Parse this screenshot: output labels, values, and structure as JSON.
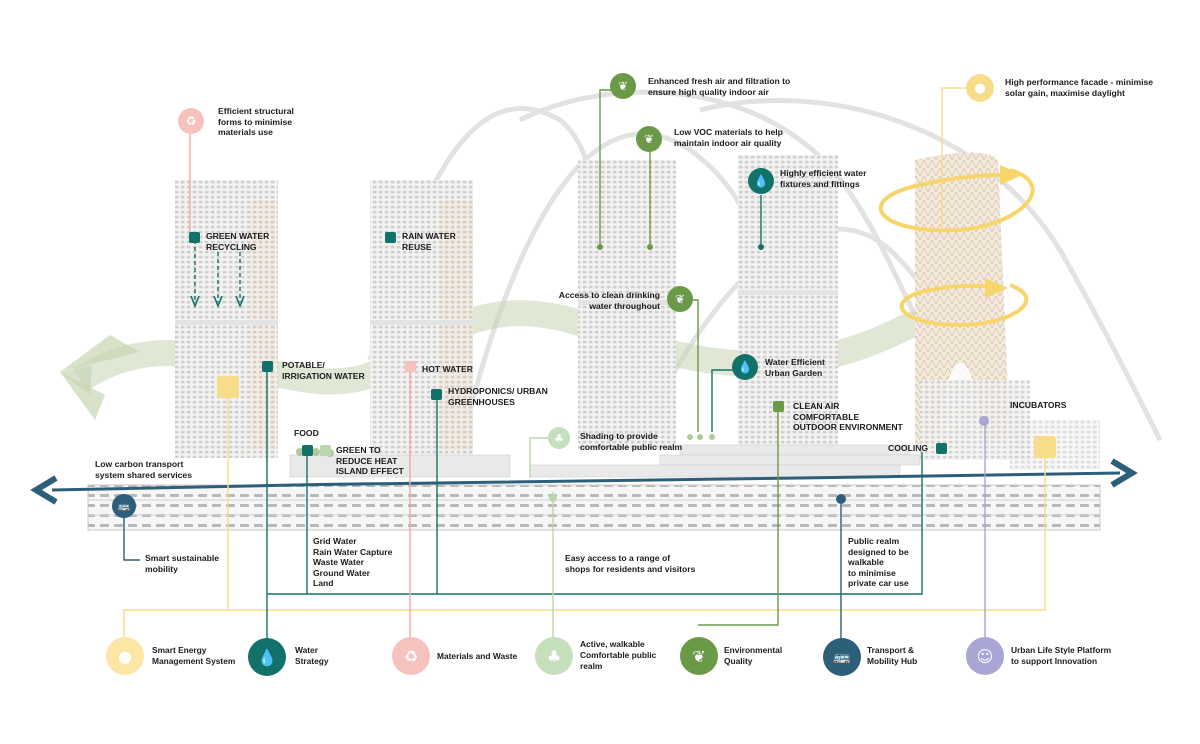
{
  "colors": {
    "energy": "#f7dd8a",
    "water": "#12726a",
    "materials": "#f1a9a4",
    "realm": "#b9d7ae",
    "environment": "#6a9a48",
    "transport": "#2e5f7a",
    "innovation": "#a9a6d6"
  },
  "annotations": {
    "structural": "Efficient structural\nforms to minimise\nmaterials use",
    "fresh_air": "Enhanced fresh air and filtration to\nensure high quality indoor air",
    "low_voc": "Low VOC materials to help\nmaintain indoor air quality",
    "water_fixtures": "Highly efficient water\nfixtures and fittings",
    "facade": "High performance facade - minimise\nsolar gain, maximise daylight",
    "green_water": "GREEN WATER\nRECYCLING",
    "rain_water_reuse": "RAIN WATER\nREUSE",
    "drinking_water": "Access to clean drinking\nwater throughout",
    "potable": "POTABLE/\nIRRIGATION WATER",
    "hot_water": "HOT WATER",
    "hydroponics": "HYDROPONICS/ URBAN\nGREENHOUSES",
    "urban_garden": "Water Efficient\nUrban Garden",
    "clean_air": "CLEAN AIR\nCOMFORTABLE\nOUTDOOR ENVIRONMENT",
    "incubators": "INCUBATORS",
    "food": "FOOD",
    "green_heat": "GREEN TO\nREDUCE HEAT\nISLAND EFFECT",
    "shading": "Shading to provide\ncomfortable public realm",
    "cooling": "COOLING",
    "low_carbon": "Low carbon transport\nsystem shared services",
    "smart_mobility": "Smart sustainable\nmobility",
    "water_sources": "Grid Water\nRain Water Capture\nWaste Water\nGround Water\nLand",
    "easy_access": "Easy access to a range of\nshops for residents and visitors",
    "public_realm": "Public realm\ndesigned to be\nwalkable\nto minimise\nprivate car use"
  },
  "categories": [
    {
      "label": "Smart Energy\nManagement System",
      "icon": "lightbulb-icon"
    },
    {
      "label": "Water\nStrategy",
      "icon": "water-drop-icon"
    },
    {
      "label": "Materials and Waste",
      "icon": "recycle-icon"
    },
    {
      "label": "Active, walkable\nComfortable public\nrealm",
      "icon": "tree-icon"
    },
    {
      "label": "Environmental\nQuality",
      "icon": "leaf-icon"
    },
    {
      "label": "Transport &\nMobility Hub",
      "icon": "bus-car-icon"
    },
    {
      "label": "Urban Life Style Platform\nto support Innovation",
      "icon": "idea-head-icon"
    }
  ]
}
